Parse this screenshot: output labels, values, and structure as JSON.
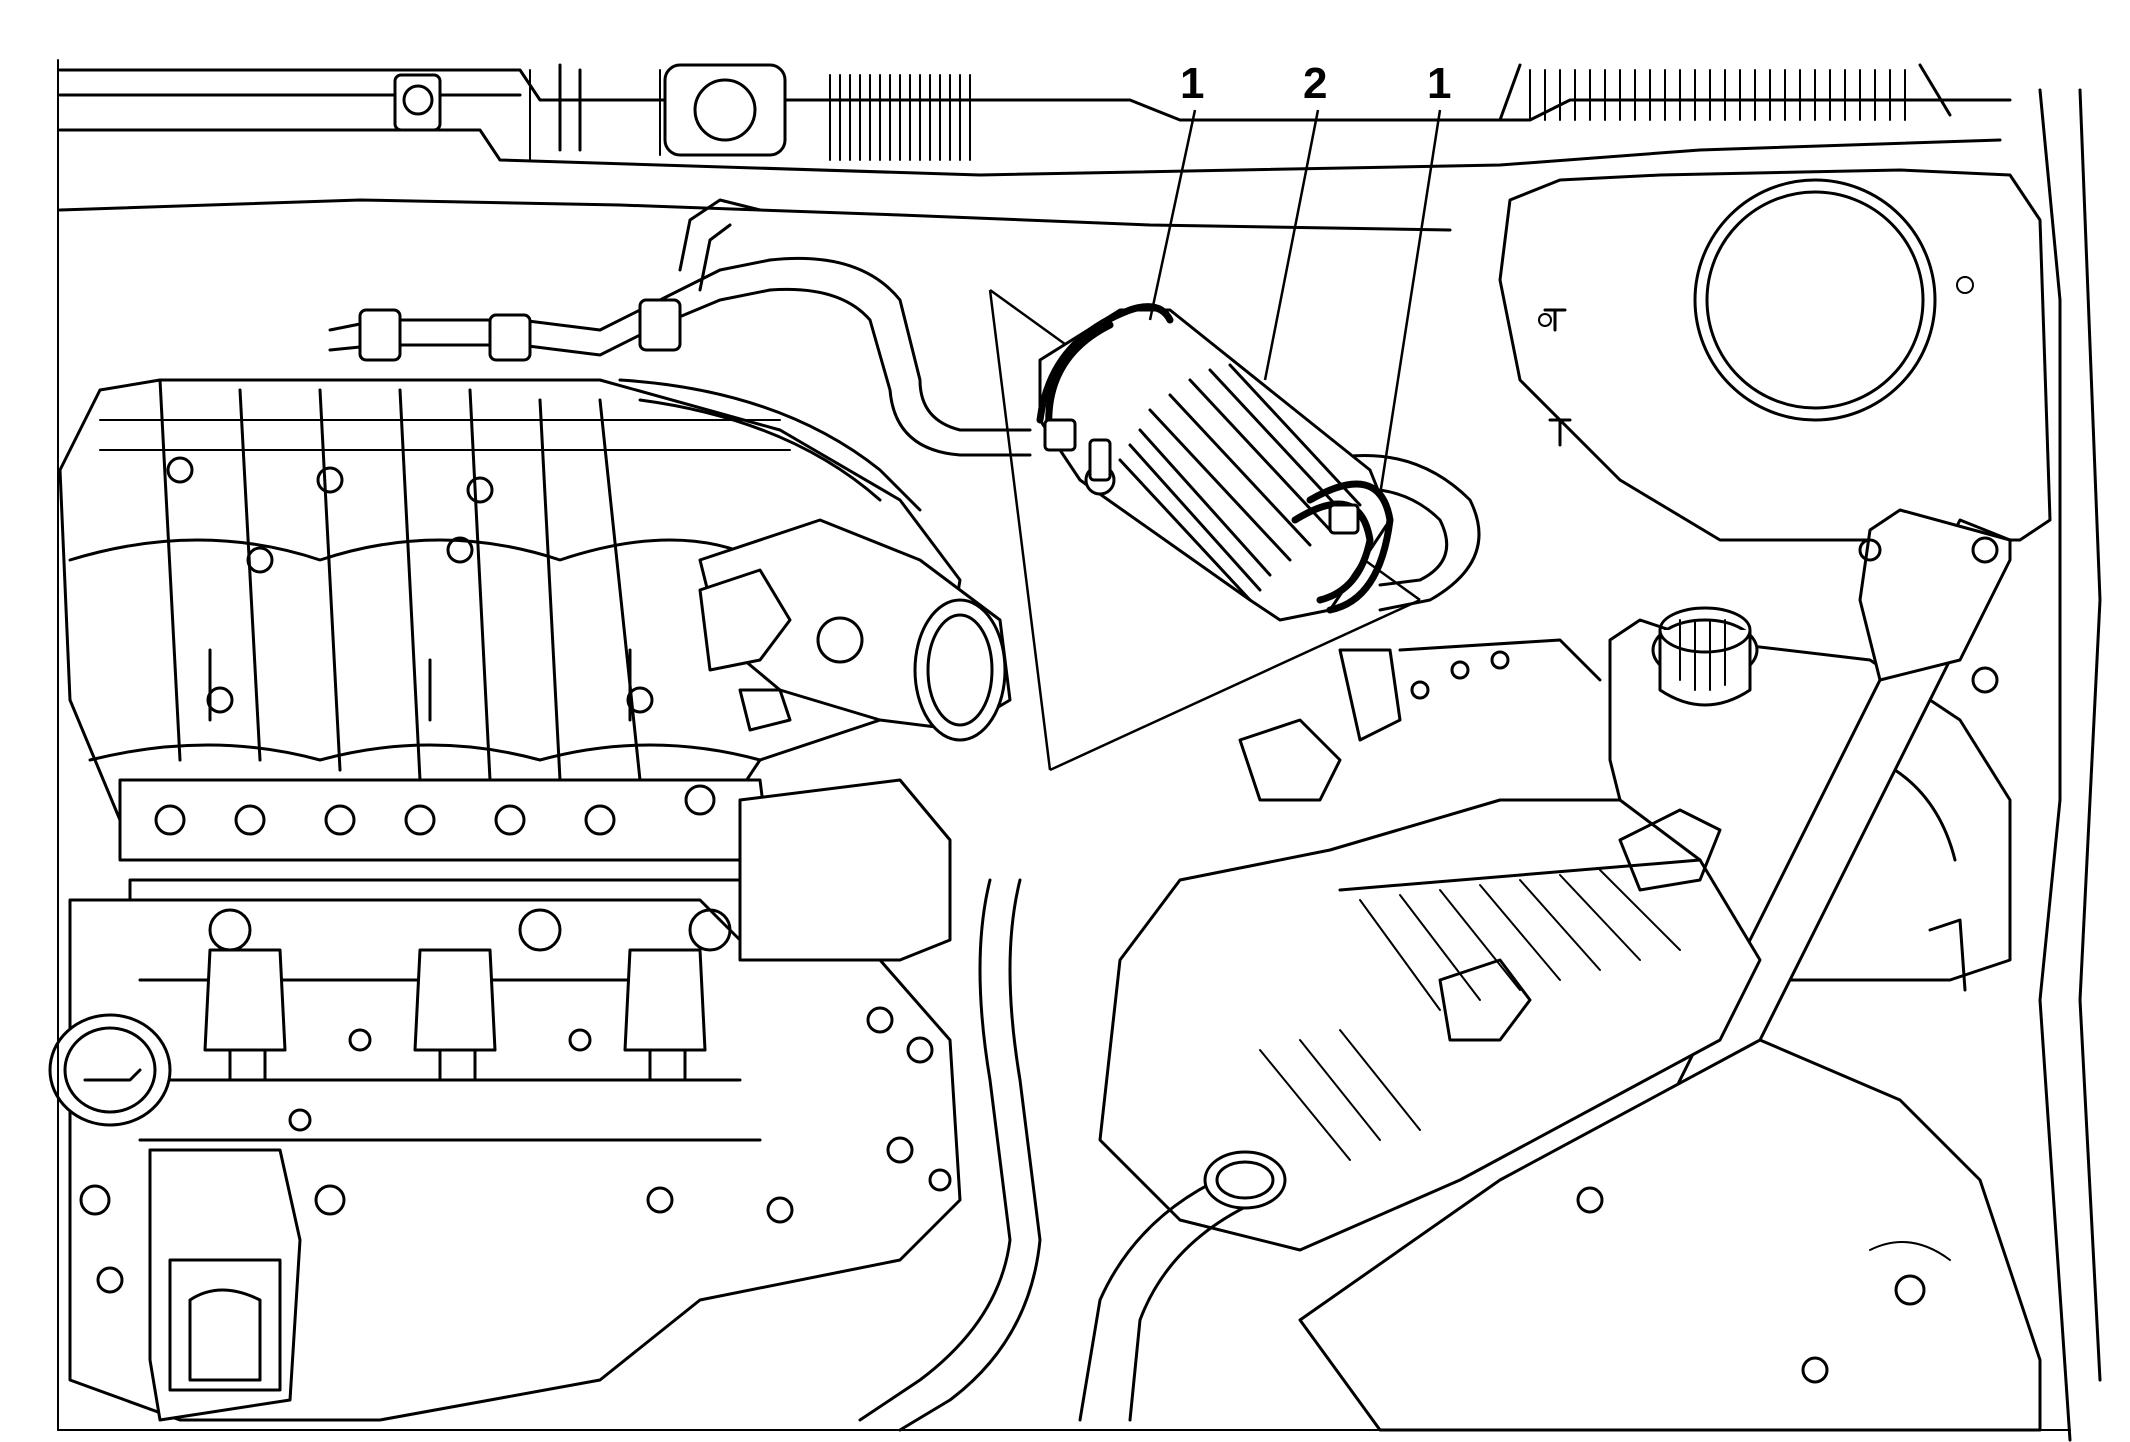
{
  "callouts": {
    "clamp_left": "1",
    "duct": "2",
    "clamp_right": "1"
  },
  "colors": {
    "ink": "#000000",
    "paper": "#ffffff"
  }
}
